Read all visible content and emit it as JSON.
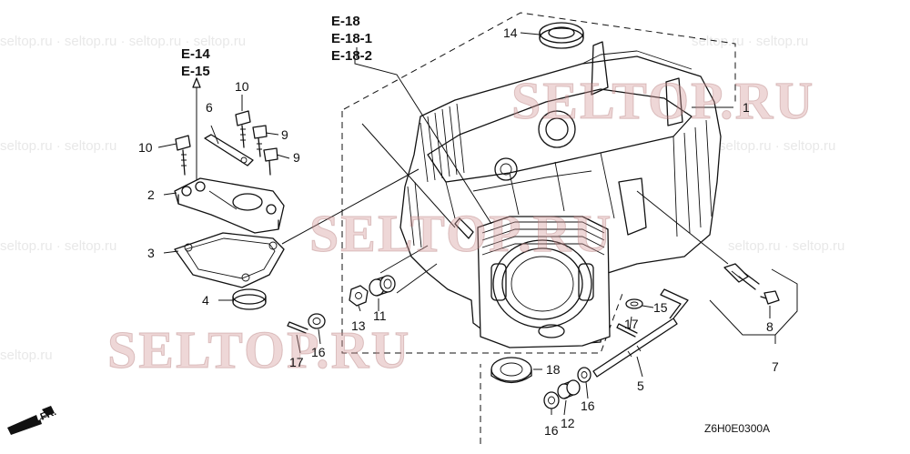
{
  "refs": {
    "e18": "E-18",
    "e18_1": "E-18-1",
    "e18_2": "E-18-2",
    "e14": "E-14",
    "e15": "E-15"
  },
  "callouts": {
    "p1": "1",
    "p2": "2",
    "p3": "3",
    "p4": "4",
    "p6": "6",
    "p7": "7",
    "p8": "8",
    "p9a": "9",
    "p9b": "9",
    "p10a": "10",
    "p10b": "10",
    "p11": "11",
    "p12": "12",
    "p13": "13",
    "p14": "14",
    "p15": "15",
    "p16a": "16",
    "p16b": "16",
    "p16c": "16",
    "p17a": "17",
    "p17b": "17",
    "p18": "18",
    "p5": "5"
  },
  "diagram_code": "Z6H0E0300A",
  "front_marker": "FR.",
  "watermark": {
    "text": "SELTOP.RU",
    "color": "#d29696"
  },
  "icons": [
    "front-direction-arrow-icon",
    "reference-up-arrow-icon"
  ]
}
